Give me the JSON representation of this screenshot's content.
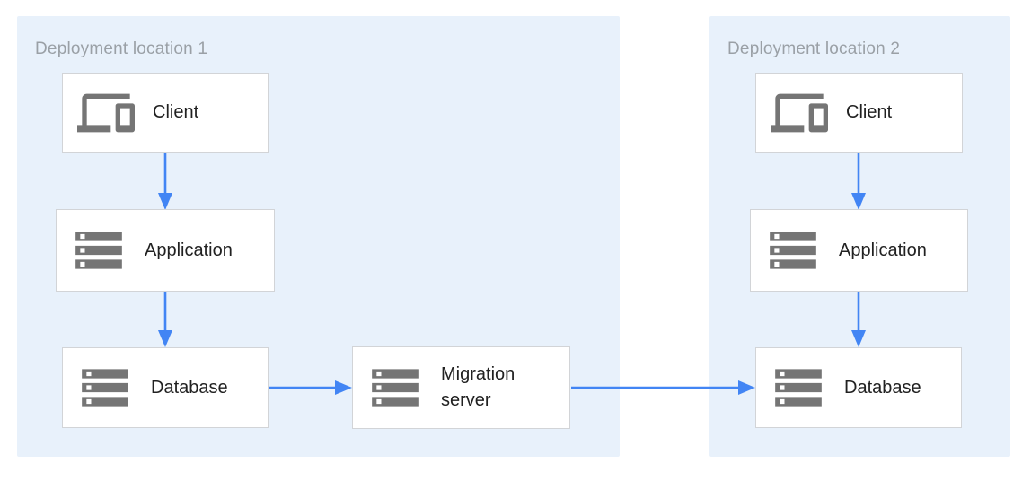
{
  "diagram": {
    "regions": [
      {
        "id": "deployment-location-1",
        "label": "Deployment location 1"
      },
      {
        "id": "deployment-location-2",
        "label": "Deployment location 2"
      }
    ],
    "nodes": [
      {
        "id": "client-1",
        "label": "Client",
        "icon": "devices-icon",
        "region": "deployment-location-1"
      },
      {
        "id": "application-1",
        "label": "Application",
        "icon": "storage-icon",
        "region": "deployment-location-1"
      },
      {
        "id": "database-1",
        "label": "Database",
        "icon": "storage-icon",
        "region": "deployment-location-1"
      },
      {
        "id": "migration-server",
        "label": "Migration server",
        "icon": "storage-icon",
        "region": "deployment-location-1"
      },
      {
        "id": "client-2",
        "label": "Client",
        "icon": "devices-icon",
        "region": "deployment-location-2"
      },
      {
        "id": "application-2",
        "label": "Application",
        "icon": "storage-icon",
        "region": "deployment-location-2"
      },
      {
        "id": "database-2",
        "label": "Database",
        "icon": "storage-icon",
        "region": "deployment-location-2"
      }
    ],
    "edges": [
      {
        "from": "client-1",
        "to": "application-1",
        "direction": "down"
      },
      {
        "from": "application-1",
        "to": "database-1",
        "direction": "down"
      },
      {
        "from": "database-1",
        "to": "migration-server",
        "direction": "right"
      },
      {
        "from": "migration-server",
        "to": "database-2",
        "direction": "right"
      },
      {
        "from": "client-2",
        "to": "application-2",
        "direction": "down"
      },
      {
        "from": "application-2",
        "to": "database-2",
        "direction": "down"
      }
    ],
    "colors": {
      "region_fill": "#E8F1FB",
      "arrow": "#4285F4",
      "icon": "#757575",
      "box_border": "#D2D4D7",
      "region_label": "#9AA0A6",
      "node_label": "#212121",
      "canvas_bg": "#FFFFFF"
    }
  }
}
